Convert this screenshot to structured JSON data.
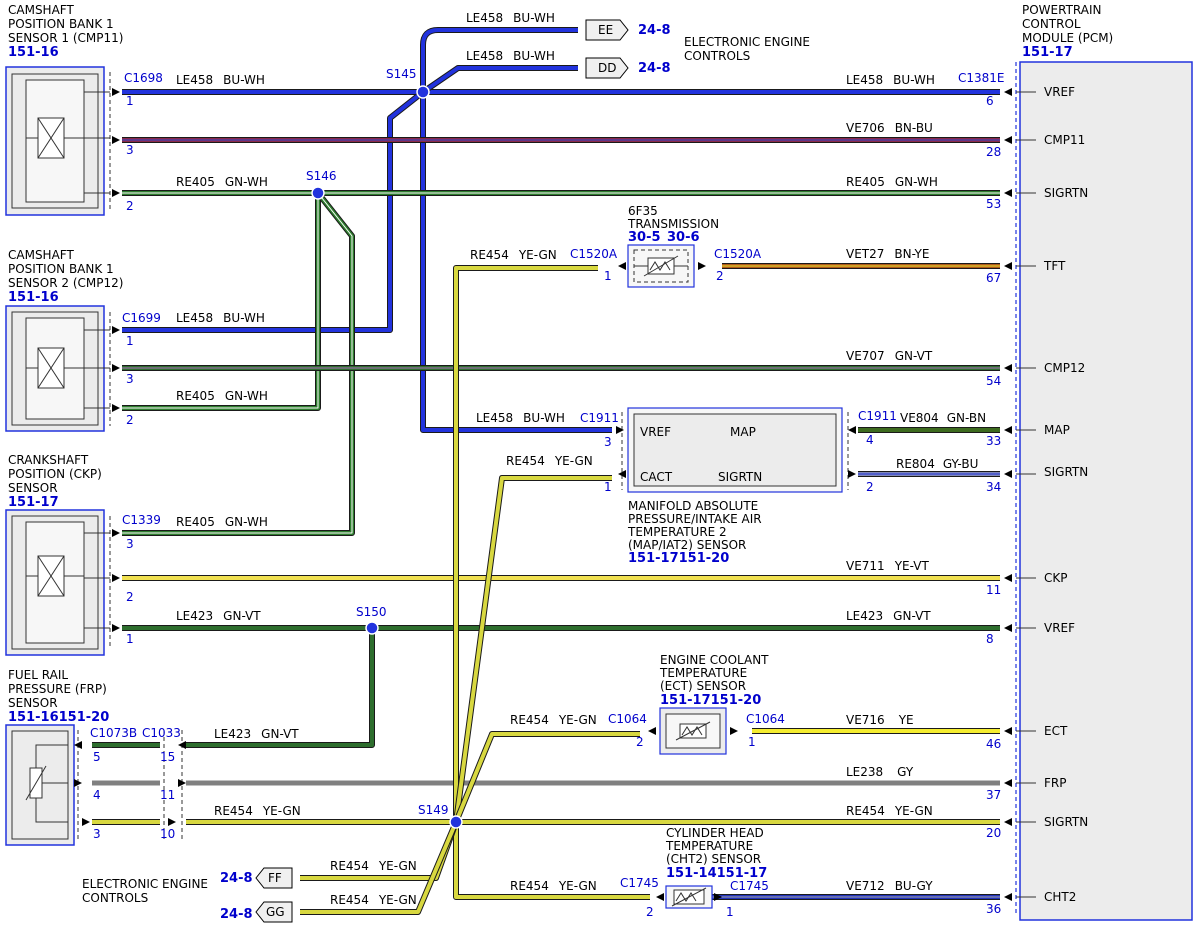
{
  "colors": {
    "BU-WH": "#2233dd",
    "BN-BU": "#8a2a4a",
    "GN-WH": "#2e7d2e",
    "YE-GN": "#d8d840",
    "BN-YE": "#b05a1a",
    "GN-VT": "#2e6e2e",
    "GN-BN": "#3d6b1f",
    "GY-BU": "#8088b8",
    "YE-VT": "#eedd55",
    "YE": "#f0e830",
    "GY": "#808080",
    "BU-GY": "#2233bb"
  },
  "components": {
    "cmp11": {
      "title_lines": [
        "CAMSHAFT",
        "POSITION BANK 1",
        "SENSOR 1 (CMP11)"
      ],
      "ref": "151-16"
    },
    "cmp12": {
      "title_lines": [
        "CAMSHAFT",
        "POSITION BANK 1",
        "SENSOR 2 (CMP12)"
      ],
      "ref": "151-16"
    },
    "ckp": {
      "title_lines": [
        "CRANKSHAFT",
        "POSITION (CKP)",
        "SENSOR"
      ],
      "ref": "151-17"
    },
    "frp": {
      "title_lines": [
        "FUEL RAIL",
        "PRESSURE (FRP)",
        "SENSOR"
      ],
      "ref": "151-16151-20"
    },
    "pcm": {
      "title_lines": [
        "POWERTRAIN",
        "CONTROL",
        "MODULE (PCM)"
      ],
      "ref": "151-17"
    },
    "trans": {
      "title_lines": [
        "6F35",
        "TRANSMISSION"
      ],
      "refs": [
        "30-5",
        "30-6"
      ]
    },
    "map": {
      "title_lines": [
        "MANIFOLD ABSOLUTE",
        "PRESSURE/INTAKE AIR",
        "TEMPERATURE 2",
        "(MAP/IAT2) SENSOR"
      ],
      "ref": "151-17151-20",
      "inner": {
        "vref": "VREF",
        "map": "MAP",
        "cact": "CACT",
        "sigrtn": "SIGRTN"
      }
    },
    "ect": {
      "title_lines": [
        "ENGINE COOLANT",
        "TEMPERATURE",
        "(ECT) SENSOR"
      ],
      "ref": "151-17151-20"
    },
    "cht": {
      "title_lines": [
        "CYLINDER HEAD",
        "TEMPERATURE",
        "(CHT2) SENSOR"
      ],
      "ref": "151-14151-17"
    },
    "eec_top": {
      "title_lines": [
        "ELECTRONIC ENGINE",
        "CONTROLS"
      ]
    },
    "eec_bottom": {
      "title_lines": [
        "ELECTRONIC ENGINE",
        "CONTROLS"
      ]
    }
  },
  "pcm_pins": [
    {
      "label": "VREF",
      "pin": "6"
    },
    {
      "label": "CMP11",
      "pin": "28"
    },
    {
      "label": "SIGRTN",
      "pin": "53"
    },
    {
      "label": "TFT",
      "pin": "67"
    },
    {
      "label": "CMP12",
      "pin": "54"
    },
    {
      "label": "MAP",
      "pin": "33"
    },
    {
      "label": "SIGRTN",
      "pin": "34"
    },
    {
      "label": "CKP",
      "pin": "11"
    },
    {
      "label": "VREF",
      "pin": "8"
    },
    {
      "label": "ECT",
      "pin": "46"
    },
    {
      "label": "FRP",
      "pin": "37"
    },
    {
      "label": "SIGRTN",
      "pin": "20"
    },
    {
      "label": "CHT2",
      "pin": "36"
    }
  ],
  "connectors": {
    "c1698": "C1698",
    "c1699": "C1699",
    "c1339": "C1339",
    "c1381e": "C1381E",
    "c1520a_left": "C1520A",
    "c1520a_right": "C1520A",
    "c1911_left": "C1911",
    "c1911_right": "C1911",
    "c1073b": "C1073B",
    "c1033": "C1033",
    "c1064_left": "C1064",
    "c1064_right": "C1064",
    "c1745_left": "C1745",
    "c1745_right": "C1745"
  },
  "splices": {
    "s145": "S145",
    "s146": "S146",
    "s150": "S150",
    "s149": "S149"
  },
  "offpage": [
    {
      "letter": "EE",
      "ref": "24-8"
    },
    {
      "letter": "DD",
      "ref": "24-8"
    },
    {
      "letter": "FF",
      "ref": "24-8"
    },
    {
      "letter": "GG",
      "ref": "24-8"
    }
  ],
  "wire_labels": [
    {
      "circuit": "LE458",
      "color": "BU-WH"
    },
    {
      "circuit": "LE458",
      "color": "BU-WH"
    },
    {
      "circuit": "LE458",
      "color": "BU-WH"
    },
    {
      "circuit": "LE458",
      "color": "BU-WH"
    },
    {
      "circuit": "VE706",
      "color": "BN-BU"
    },
    {
      "circuit": "RE405",
      "color": "GN-WH"
    },
    {
      "circuit": "RE405",
      "color": "GN-WH"
    },
    {
      "circuit": "RE454",
      "color": "YE-GN"
    },
    {
      "circuit": "VET27",
      "color": "BN-YE"
    },
    {
      "circuit": "LE458",
      "color": "BU-WH"
    },
    {
      "circuit": "VE707",
      "color": "GN-VT"
    },
    {
      "circuit": "RE405",
      "color": "GN-WH"
    },
    {
      "circuit": "LE458",
      "color": "BU-WH"
    },
    {
      "circuit": "VE804",
      "color": "GN-BN"
    },
    {
      "circuit": "RE454",
      "color": "YE-GN"
    },
    {
      "circuit": "RE804",
      "color": "GY-BU"
    },
    {
      "circuit": "RE405",
      "color": "GN-WH"
    },
    {
      "circuit": "VE711",
      "color": "YE-VT"
    },
    {
      "circuit": "LE423",
      "color": "GN-VT"
    },
    {
      "circuit": "LE423",
      "color": "GN-VT"
    },
    {
      "circuit": "RE454",
      "color": "YE-GN"
    },
    {
      "circuit": "VE716",
      "color": "YE"
    },
    {
      "circuit": "LE423",
      "color": "GN-VT"
    },
    {
      "circuit": "LE238",
      "color": "GY"
    },
    {
      "circuit": "RE454",
      "color": "YE-GN"
    },
    {
      "circuit": "RE454",
      "color": "YE-GN"
    },
    {
      "circuit": "RE454",
      "color": "YE-GN"
    },
    {
      "circuit": "RE454",
      "color": "YE-GN"
    },
    {
      "circuit": "RE454",
      "color": "YE-GN"
    },
    {
      "circuit": "VE712",
      "color": "BU-GY"
    }
  ],
  "pins": {
    "cmp11": [
      "1",
      "3",
      "2"
    ],
    "cmp12": [
      "1",
      "3",
      "2"
    ],
    "ckp": [
      "3",
      "2",
      "1"
    ],
    "frp": [
      "5",
      "4",
      "3"
    ],
    "c1033": [
      "15",
      "11",
      "10"
    ],
    "trans": [
      "1",
      "2"
    ],
    "map": [
      "3",
      "1",
      "4",
      "2"
    ],
    "ect": [
      "2",
      "1"
    ],
    "cht": [
      "2",
      "1"
    ]
  }
}
